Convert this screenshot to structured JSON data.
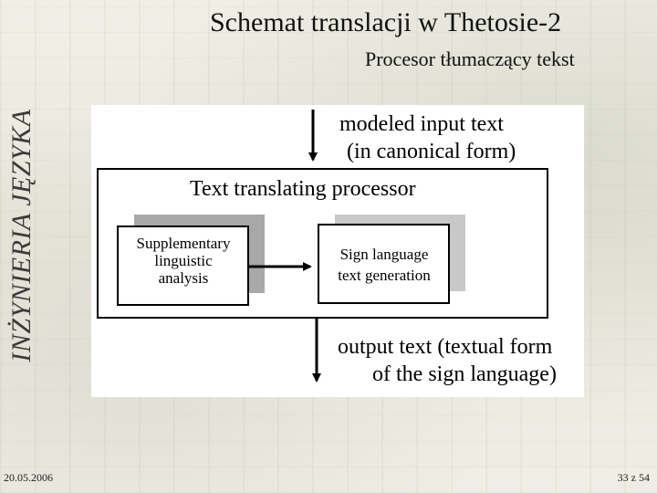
{
  "slide": {
    "side_label": "INŻYNIERIA JĘZYKA",
    "title": "Schemat translacji w Thetosie-2",
    "subtitle": "Procesor tłumaczący tekst",
    "date": "20.05.2006",
    "page": "33 z 54"
  },
  "diagram": {
    "input_line1": "modeled input text",
    "input_line2": "(in canonical form)",
    "processor": "Text translating processor",
    "supp_line1": "Supplementary",
    "supp_line2": "linguistic",
    "supp_line3": "analysis",
    "sign_line1": "Sign language",
    "sign_line2": "text generation",
    "output_line1": "output text (textual form",
    "output_line2": "of the sign language)"
  }
}
